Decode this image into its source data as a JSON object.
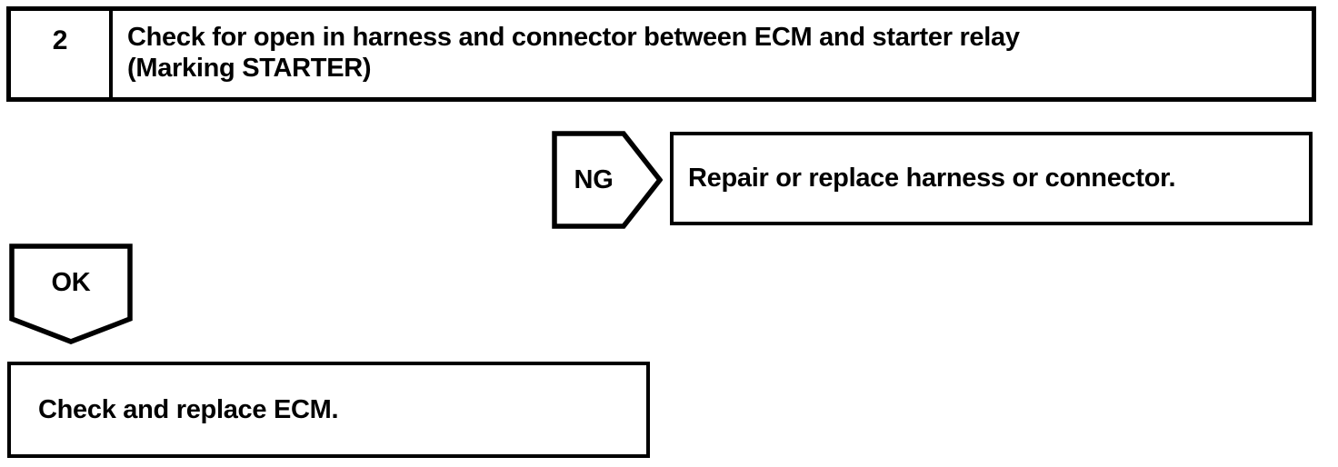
{
  "colors": {
    "ink": "#000000",
    "paper": "#ffffff"
  },
  "flowchart": {
    "step_box": {
      "number": "2",
      "instruction_line1": "Check for open in harness and connector between ECM and starter relay",
      "instruction_line2": "(Marking STARTER)"
    },
    "ng_branch": {
      "connector_label": "NG",
      "action": "Repair or replace harness or connector."
    },
    "ok_branch": {
      "connector_label": "OK",
      "action": "Check and replace ECM."
    }
  }
}
